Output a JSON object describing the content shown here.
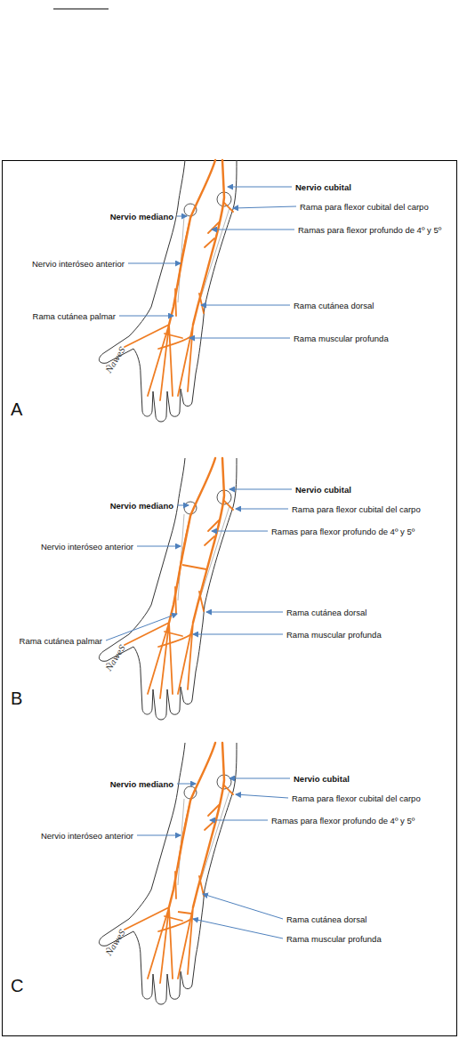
{
  "diagram": {
    "labels": [
      "Nervio cubital",
      "Nervio mediano",
      "Rama para flexor cubital del carpo",
      "Ramas para flexor profundo de 4º y 5º",
      "Nervio interóseo anterior",
      "Rama cutánea dorsal",
      "Rama cutánea palmar",
      "Rama muscular profunda",
      "ÑaweS",
      "A",
      "Nervio cubital",
      "Nervio mediano",
      "Rama para flexor cubital del carpo",
      "Ramas para flexor profundo de 4º y 5º",
      "Nervio interóseo anterior",
      "Rama cutánea dorsal",
      "Rama cutánea palmar",
      "Rama muscular profunda",
      "ÑaweS",
      "B",
      "Nervio cubital",
      "Nervio mediano",
      "Rama para flexor cubital del carpo",
      "Ramas para flexor profundo de 4º y 5º",
      "Nervio interóseo anterior",
      "Rama cutánea dorsal",
      "Rama muscular profunda",
      "ÑaweS",
      "C"
    ]
  }
}
